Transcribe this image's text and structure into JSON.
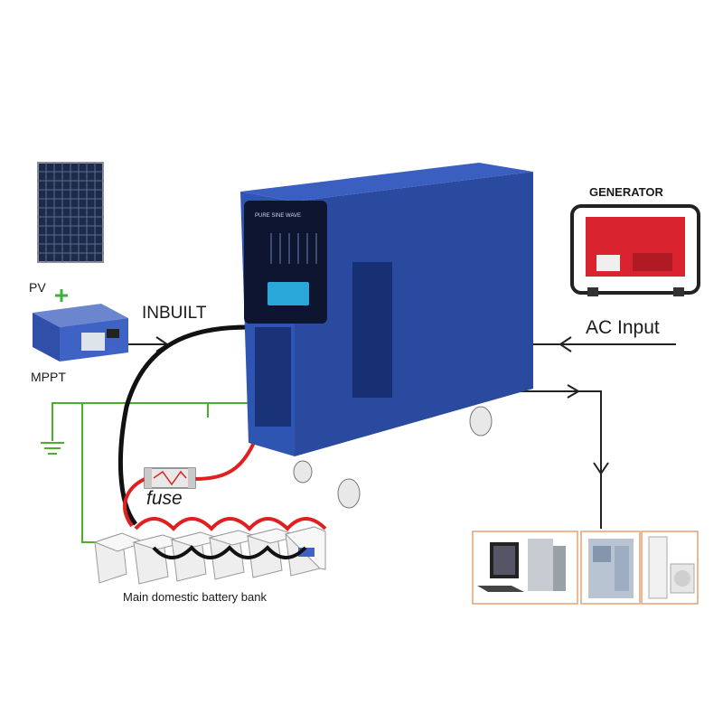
{
  "labels": {
    "pv": "PV",
    "mppt": "MPPT",
    "inbuilt": "INBUILT",
    "generator": "GENERATOR",
    "ac_input": "AC Input",
    "fuse": "fuse",
    "battery_bank": "Main domestic battery bank"
  },
  "inverter_panel": {
    "mode_text": "PURE SINE WAVE"
  },
  "colors": {
    "inverter_blue": "#2b4fa8",
    "wire_red": "#e02020",
    "wire_black": "#111111",
    "wire_green": "#4caf2a",
    "generator_red": "#d9232e",
    "load_border": "#e8a072"
  },
  "icons": [
    "solar-panel-icon",
    "mppt-controller-icon",
    "inverter-icon",
    "generator-icon",
    "battery-icon",
    "fuse-icon",
    "ground-icon",
    "computer-icon",
    "switchgear-icon",
    "air-conditioner-icon"
  ]
}
